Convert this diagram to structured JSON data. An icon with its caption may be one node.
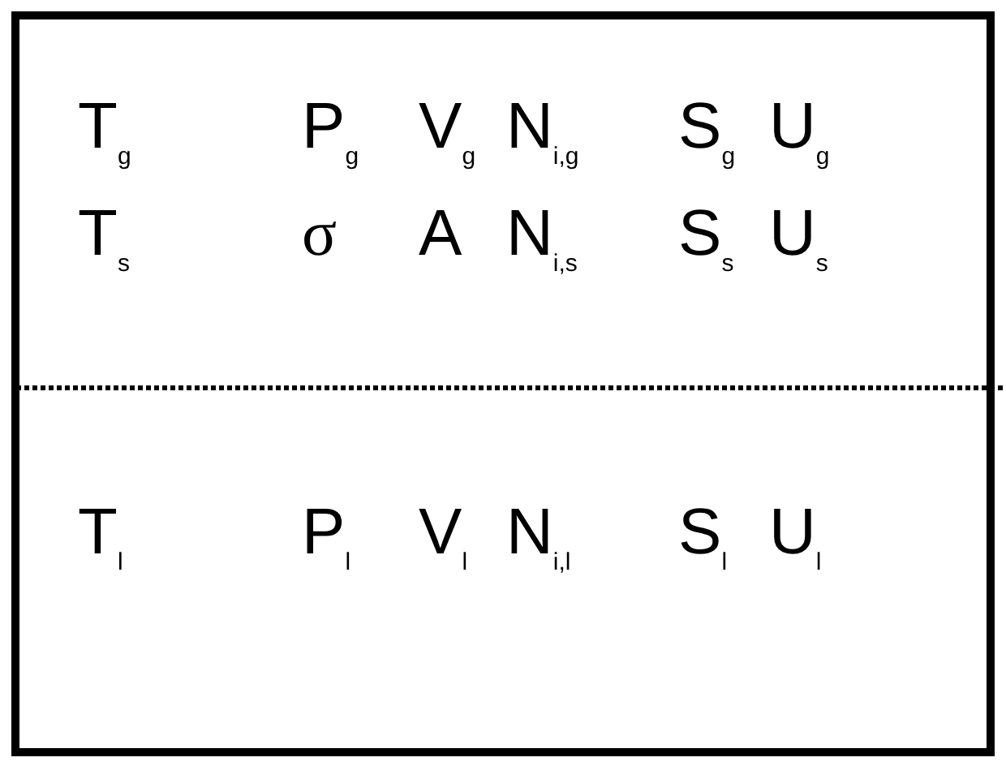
{
  "diagram": {
    "nodes": [
      {
        "text": [
          "T$_{g}$",
          "P$_{g}$",
          "V$_{g}$",
          "N$_{i,g}$",
          "S$_{g}$",
          "U$_{g}$",
          "T$_{s}$",
          "σ",
          "A",
          "N$_{i,s}$",
          "S$_{s}$",
          "U$_{s}$",
          "T$_{l}$",
          "P$_{l}$",
          "V$_{l}$",
          "N$_{i,l}$",
          "S$_{l}$",
          "U$_{l}$"
        ]
      }
    ]
  }
}
